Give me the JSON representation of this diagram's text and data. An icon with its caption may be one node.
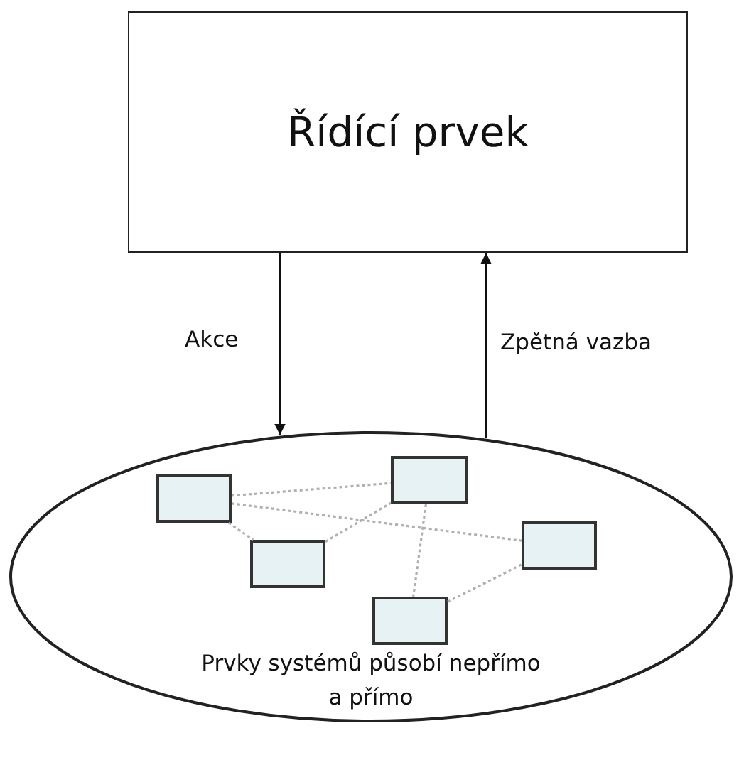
{
  "diagram": {
    "nodes": [
      {
        "text": [
          "Řídící prvek"
        ]
      },
      {
        "text": [
          "Prvky systémů působí nepřímo a přímo"
        ]
      },
      {
        "text": [],
        "shape": "box",
        "in": 1
      },
      {
        "text": [],
        "shape": "box",
        "in": 1
      },
      {
        "text": [],
        "shape": "box",
        "in": 1
      },
      {
        "text": [],
        "shape": "box",
        "in": 1
      },
      {
        "text": [],
        "shape": "box",
        "in": 1
      }
    ],
    "edges": [
      {
        "from": 0,
        "to": 1,
        "arrow": "to",
        "label": "Akce",
        "color": "#111111"
      },
      {
        "from": 1,
        "to": 0,
        "arrow": "to",
        "label": "Zpětná vazba",
        "color": "#111111"
      },
      {
        "from": 2,
        "to": 3,
        "arrow": "none",
        "style": "dashed"
      },
      {
        "from": 2,
        "to": 5,
        "arrow": "none",
        "style": "dashed"
      },
      {
        "from": 2,
        "to": 4,
        "arrow": "none",
        "style": "dashed"
      },
      {
        "from": 4,
        "to": 3,
        "arrow": "none",
        "style": "dashed"
      },
      {
        "from": 3,
        "to": 6,
        "arrow": "none",
        "style": "dashed"
      },
      {
        "from": 6,
        "to": 5,
        "arrow": "none",
        "style": "dashed"
      }
    ]
  }
}
